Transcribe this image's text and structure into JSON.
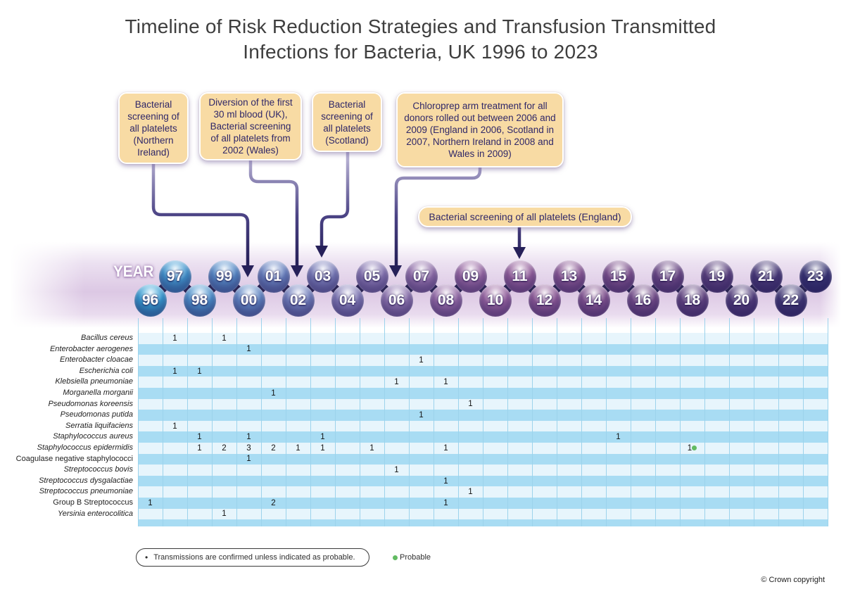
{
  "title": {
    "line1": "Timeline of Risk Reduction Strategies and Transfusion Transmitted",
    "line2": "Infections for Bacteria, UK 1996 to 2023"
  },
  "callouts": [
    {
      "id": "northern-ireland",
      "text": "Bacterial screening of all platelets (Northern Ireland)",
      "target_year": "00"
    },
    {
      "id": "diversion-wales",
      "text": "Diversion of the first 30 ml blood (UK), Bacterial screening of all platelets from 2002 (Wales)",
      "target_year": "02"
    },
    {
      "id": "scotland",
      "text": "Bacterial screening of all platelets (Scotland)",
      "target_year": "03"
    },
    {
      "id": "chloroprep",
      "text": "Chloroprep arm treatment for all donors rolled out between 2006 and 2009 (England in 2006, Scotland in 2007, Northern Ireland in 2008 and Wales in 2009)",
      "target_year": "06"
    },
    {
      "id": "england",
      "text": "Bacterial screening of all platelets (England)",
      "target_year": "11"
    }
  ],
  "timeline": {
    "axis_label": "YEAR",
    "years": [
      {
        "label": "96",
        "color": "#39A7DC"
      },
      {
        "label": "97",
        "color": "#45A0D8"
      },
      {
        "label": "98",
        "color": "#519AD4"
      },
      {
        "label": "99",
        "color": "#5C94D0"
      },
      {
        "label": "00",
        "color": "#668FCC"
      },
      {
        "label": "01",
        "color": "#6F8BC8"
      },
      {
        "label": "02",
        "color": "#7887C4"
      },
      {
        "label": "03",
        "color": "#8084C0"
      },
      {
        "label": "04",
        "color": "#8881BD"
      },
      {
        "label": "05",
        "color": "#8F7EB9"
      },
      {
        "label": "06",
        "color": "#957BB5"
      },
      {
        "label": "07",
        "color": "#9A77B1"
      },
      {
        "label": "08",
        "color": "#9E72AD"
      },
      {
        "label": "09",
        "color": "#A06EA9"
      },
      {
        "label": "10",
        "color": "#9F69A5"
      },
      {
        "label": "11",
        "color": "#9C65A1"
      },
      {
        "label": "12",
        "color": "#97619D"
      },
      {
        "label": "13",
        "color": "#915D99"
      },
      {
        "label": "14",
        "color": "#8A5995"
      },
      {
        "label": "15",
        "color": "#835591"
      },
      {
        "label": "16",
        "color": "#7A518D"
      },
      {
        "label": "17",
        "color": "#714D89"
      },
      {
        "label": "18",
        "color": "#684985"
      },
      {
        "label": "19",
        "color": "#5F4581"
      },
      {
        "label": "20",
        "color": "#56417E"
      },
      {
        "label": "21",
        "color": "#4D3E7B"
      },
      {
        "label": "22",
        "color": "#443B78"
      },
      {
        "label": "23",
        "color": "#3B3876"
      }
    ]
  },
  "chart_data": {
    "type": "heatmap",
    "title": "Timeline of Risk Reduction Strategies and Transfusion Transmitted Infections for Bacteria, UK 1996 to 2023",
    "x_axis_label": "YEAR",
    "x_categories": [
      "96",
      "97",
      "98",
      "99",
      "00",
      "01",
      "02",
      "03",
      "04",
      "05",
      "06",
      "07",
      "08",
      "09",
      "10",
      "11",
      "12",
      "13",
      "14",
      "15",
      "16",
      "17",
      "18",
      "19",
      "20",
      "21",
      "22",
      "23"
    ],
    "value_meaning": "number of transfusion transmitted bacterial infections reported",
    "rows": [
      {
        "name": "Bacillus cereus",
        "italic": true,
        "values": {
          "97": 1,
          "99": 1
        }
      },
      {
        "name": "Enterobacter aerogenes",
        "italic": true,
        "values": {
          "00": 1
        }
      },
      {
        "name": "Enterobacter cloacae",
        "italic": true,
        "values": {
          "07": 1
        }
      },
      {
        "name": "Escherichia coli",
        "italic": true,
        "values": {
          "97": 1,
          "98": 1
        }
      },
      {
        "name": "Klebsiella pneumoniae",
        "italic": true,
        "values": {
          "06": 1,
          "08": 1
        }
      },
      {
        "name": "Morganella morganii",
        "italic": true,
        "values": {
          "01": 1
        }
      },
      {
        "name": "Pseudomonas koreensis",
        "italic": true,
        "values": {
          "09": 1
        }
      },
      {
        "name": "Pseudomonas putida",
        "italic": true,
        "values": {
          "07": 1
        }
      },
      {
        "name": "Serratia liquifaciens",
        "italic": true,
        "values": {
          "97": 1
        }
      },
      {
        "name": "Staphylococcus aureus",
        "italic": true,
        "values": {
          "98": 1,
          "00": 1,
          "03": 1,
          "15": 1
        }
      },
      {
        "name": "Staphylococcus epidermidis",
        "italic": true,
        "values": {
          "98": 1,
          "99": 2,
          "00": 3,
          "01": 2,
          "02": 1,
          "03": 1,
          "05": 1,
          "08": 1,
          "18": 1
        },
        "probable": [
          "18"
        ]
      },
      {
        "name": "Coagulase negative staphylococci",
        "italic": false,
        "values": {
          "00": 1
        }
      },
      {
        "name": "Streptococcus bovis",
        "italic": true,
        "values": {
          "06": 1
        }
      },
      {
        "name": "Streptococcus dysgalactiae",
        "italic": true,
        "values": {
          "08": 1
        }
      },
      {
        "name": "Streptococcus pneumoniae",
        "italic": true,
        "values": {
          "09": 1
        }
      },
      {
        "name": "Group B Streptococcus",
        "italic": false,
        "values": {
          "96": 1,
          "01": 2,
          "08": 1
        }
      },
      {
        "name": "Yersinia enterocolitica",
        "italic": true,
        "values": {
          "99": 1
        }
      }
    ],
    "annotations": [
      {
        "text": "Bacterial screening of all platelets (Northern Ireland)",
        "target_year": "00"
      },
      {
        "text": "Diversion of the first 30 ml blood (UK), Bacterial screening of all platelets from 2002 (Wales)",
        "target_year": "02"
      },
      {
        "text": "Bacterial screening of all platelets (Scotland)",
        "target_year": "03"
      },
      {
        "text": "Chloroprep arm treatment for all donors rolled out between 2006 and 2009 (England in 2006, Scotland in 2007, Northern Ireland in 2008 and Wales in 2009)",
        "target_year": "06"
      },
      {
        "text": "Bacterial screening of all platelets (England)",
        "target_year": "11"
      }
    ],
    "legend_position": "bottom"
  },
  "legend": {
    "bullet": "•",
    "note": "Transmissions are confirmed unless indicated as probable.",
    "probable_label": "Probable",
    "probable_color": "#62BB62"
  },
  "footer": {
    "copyright": "© Crown copyright"
  },
  "colors": {
    "stripe_light": "#E7F5FC",
    "stripe_medium": "#A8DCF3",
    "grid_line": "#9CD3EC",
    "diamond": "#2B2454",
    "callout_bg": "#F8DBA4",
    "callout_text": "#2F2768",
    "arrow": "#262059"
  }
}
